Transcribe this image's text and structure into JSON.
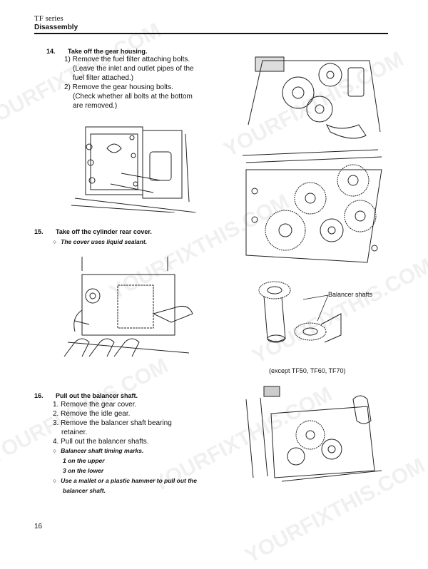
{
  "header": {
    "series": "TF series",
    "section": "Disassembly"
  },
  "steps": [
    {
      "number": "14.",
      "title": "Take off the gear housing.",
      "lines": [
        "1) Remove the fuel filter attaching bolts.",
        "(Leave the inlet and outlet pipes of the",
        "fuel filter attached.)",
        "2) Remove the gear housing bolts.",
        "(Check whether all bolts at the bottom",
        "are removed.)"
      ]
    },
    {
      "number": "15.",
      "title": "Take off the cylinder rear cover.",
      "notes": [
        "The cover uses liquid sealant."
      ]
    },
    {
      "number": "16.",
      "title": "Pull out the balancer shaft.",
      "lines": [
        "1. Remove the gear cover.",
        "2. Remove the idle gear.",
        "3. Remove the balancer shaft bearing",
        "retainer.",
        "4. Pull out the balancer shafts."
      ],
      "notes": [
        "Balancer shaft timing marks.",
        "1 on the upper",
        "3 on the lower",
        "Use a mallet or a plastic hammer to pull out the",
        "balancer shaft."
      ]
    }
  ],
  "figures": {
    "balancer_label": "Balancer shafts",
    "balancer_caption": "(except TF50, TF60, TF70)"
  },
  "note_bullet": "○",
  "watermarks": [
    "YOURFIXTHIS.COM"
  ],
  "page_number": "16"
}
